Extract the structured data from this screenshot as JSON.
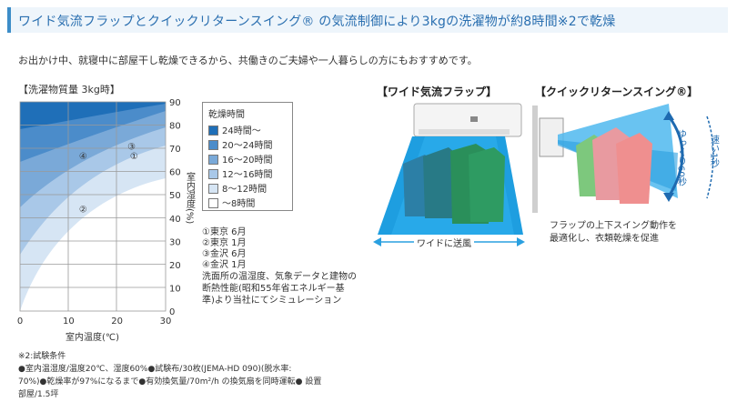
{
  "heading": {
    "text": "ワイド気流フラップとクイックリターンスイング® の気流制御により3kgの洗濯物が約8時間※2で乾燥"
  },
  "lead": "お出かけ中、就寝中に部屋干し乾燥できるから、共働きのご夫婦や一人暮らしの方にもおすすめです。",
  "chart": {
    "title": "【洗濯物質量 3kg時】",
    "xlabel": "室内温度(℃)",
    "ylabel": "室内湿度(%)",
    "x_ticks": [
      "0",
      "10",
      "20",
      "30"
    ],
    "y_ticks": [
      "0",
      "10",
      "20",
      "30",
      "40",
      "50",
      "60",
      "70",
      "80",
      "90"
    ],
    "points": [
      {
        "label": "①",
        "name": "東京 6月"
      },
      {
        "label": "②",
        "name": "東京 1月"
      },
      {
        "label": "③",
        "name": "金沢 6月"
      },
      {
        "label": "④",
        "name": "金沢 1月"
      }
    ]
  },
  "chart_data": {
    "type": "heatmap",
    "title": "【洗濯物質量 3kg時】",
    "xlabel": "室内温度(℃)",
    "ylabel": "室内湿度(%)",
    "xlim": [
      0,
      30
    ],
    "ylim": [
      0,
      90
    ],
    "legend_title": "乾燥時間",
    "legend_placement": "right",
    "bands": [
      {
        "name": "24時間〜",
        "color": "#1f6fb8"
      },
      {
        "name": "20〜24時間",
        "color": "#4b8cca"
      },
      {
        "name": "16〜20時間",
        "color": "#7aa9d8"
      },
      {
        "name": "12〜16時間",
        "color": "#a9c8e8"
      },
      {
        "name": "8〜12時間",
        "color": "#d6e5f4"
      },
      {
        "name": "〜8時間",
        "color": "#ffffff"
      }
    ],
    "points": [
      {
        "label": "①",
        "name": "東京 6月",
        "x": 23.5,
        "y": 67
      },
      {
        "label": "②",
        "name": "東京 1月",
        "x": 13,
        "y": 44
      },
      {
        "label": "③",
        "name": "金沢 6月",
        "x": 23,
        "y": 71
      },
      {
        "label": "④",
        "name": "金沢 1月",
        "x": 13,
        "y": 67
      }
    ]
  },
  "legend": {
    "title": "乾燥時間",
    "items": [
      "24時間〜",
      "20〜24時間",
      "16〜20時間",
      "12〜16時間",
      "8〜12時間",
      "〜8時間"
    ],
    "colors": [
      "#1f6fb8",
      "#4b8cca",
      "#7aa9d8",
      "#a9c8e8",
      "#d6e5f4",
      "#ffffff"
    ]
  },
  "conditions": [
    "①東京 6月",
    "②東京 1月",
    "③金沢 6月",
    "④金沢 1月"
  ],
  "method": "洗面所の温湿度、気象データと建物の断熱性能(昭和55年省エネルギー基準)より当社にてシミュレーション",
  "flap": {
    "title": "【ワイド気流フラップ】",
    "caption": "ワイドに送風"
  },
  "swing": {
    "title": "【クイックリターンスイング®】",
    "slow": "ゆっくり60秒",
    "fast": "速い1秒",
    "caption_line1": "フラップの上下スイング動作を",
    "caption_line2": "最適化し、衣類乾燥を促進"
  },
  "notes": {
    "line1": "※2:試験条件",
    "line2": "●室内温湿度/温度20℃、湿度60%●試験布/30枚(JEMA-HD 090)(脱水率:",
    "line3": "70%)●乾燥率が97%になるまで●有効換気量/70m²/h の換気扇を同時運転● 設置",
    "line4": "部屋/1.5坪"
  }
}
